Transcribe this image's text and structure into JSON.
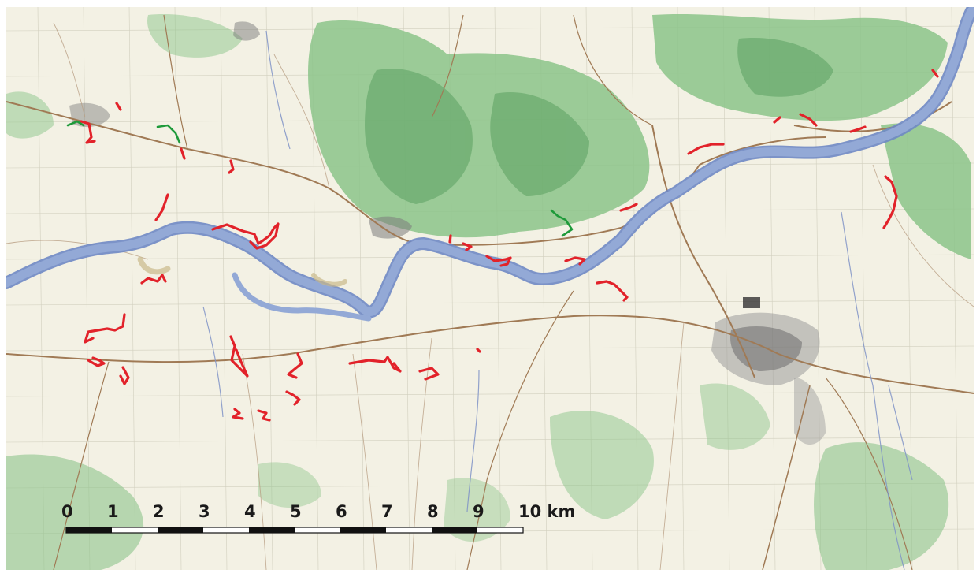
{
  "map": {
    "colors": {
      "paper": "#f3f1e4",
      "forest": "#8cc48a",
      "forest_dark": "#5aa060",
      "river": "#93a9d6",
      "river_edge": "#6f88c4",
      "road": "#a07a55",
      "city": "#6b6b6b",
      "trench_red": "#e2222a",
      "trench_green": "#1e9a3a",
      "scale_black": "#111111"
    },
    "scale_bar": {
      "labels": [
        "0",
        "1",
        "2",
        "3",
        "4",
        "5",
        "6",
        "7",
        "8",
        "9",
        "10 km"
      ],
      "segments": 10,
      "unit": "km"
    }
  }
}
